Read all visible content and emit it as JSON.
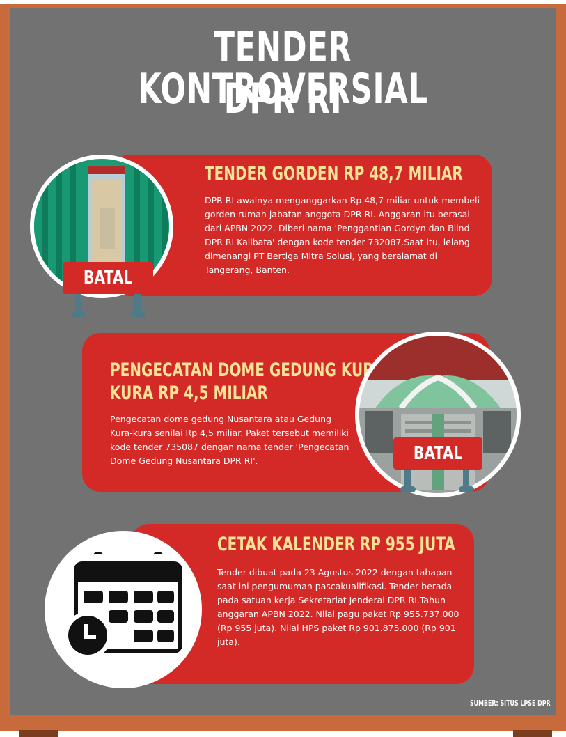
{
  "title": {
    "line1": "TENDER KONTROVERSIAL",
    "line2": "DPR RI"
  },
  "items": [
    {
      "title": "TENDER GORDEN RP 48,7 MILIAR",
      "body": "DPR RI awalnya menganggarkan Rp 48,7 miliar untuk membeli gorden rumah jabatan anggota DPR RI. Anggaran itu berasal dari APBN 2022. Diberi nama 'Penggantian Gordyn dan Blind DPR RI Kalibata' dengan kode tender 732087.Saat itu, lelang dimenangi PT Bertiga Mitra Solusi, yang beralamat di Tangerang, Banten.",
      "badge": "BATAL"
    },
    {
      "title_line1": "PENGECATAN DOME GEDUNG KURA-",
      "title_line2": "KURA RP 4,5 MILIAR",
      "body": "Pengecatan dome gedung Nusantara atau Gedung Kura-kura senilai Rp 4,5 miliar. Paket tersebut memiliki kode tender 735087 dengan nama tender 'Pengecatan Dome Gedung Nusantara DPR RI'.",
      "badge": "BATAL"
    },
    {
      "title": "CETAK KALENDER RP 955 JUTA",
      "body": "Tender dibuat pada 23 Agustus 2022 dengan tahapan saat ini pengumuman pascakualifikasi. Tender berada pada satuan kerja Sekretariat Jenderal DPR RI.Tahun anggaran APBN 2022. Nilai pagu paket Rp 955.737.000 (Rp 955 juta). Nilai HPS paket Rp 901.875.000 (Rp 901 juta)."
    }
  ],
  "source": "SUMBER: SITUS LPSE DPR",
  "icons": [
    "curtain-window-icon",
    "dome-building-icon",
    "calendar-clock-icon"
  ],
  "colors": {
    "frame": "#c86b3c",
    "panel": "#727272",
    "card": "#d42a27",
    "heading": "#f5e398"
  }
}
